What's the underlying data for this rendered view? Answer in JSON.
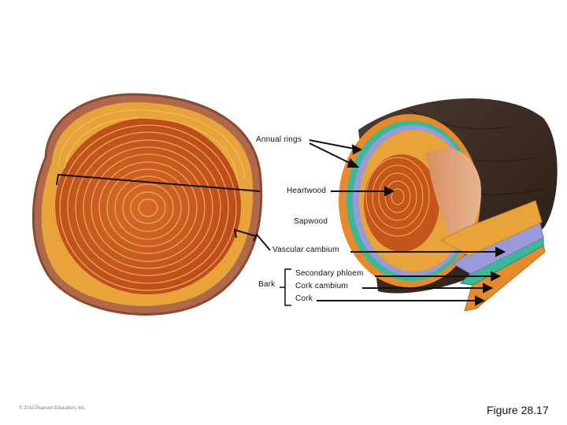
{
  "labels": {
    "annual_rings": "Annual rings",
    "heartwood": "Heartwood",
    "sapwood": "Sapwood",
    "vascular_cambium": "Vascular cambium",
    "bark": "Bark",
    "secondary_phloem": "Secondary phloem",
    "cork_cambium": "Cork cambium",
    "cork": "Cork"
  },
  "copyright": "© 2010 Pearson Education, Inc.",
  "figure": "Figure 28.17",
  "colors": {
    "bark_outer": "#b0684a",
    "sapwood": "#e8a43a",
    "heartwood": "#c4551c",
    "ring_line": "#f2b24c",
    "log_bark": "#3a2a22",
    "cork_layer": "#e68a2a",
    "cork_cambium_layer": "#3ab89a",
    "phloem_layer": "#9a9ad8"
  }
}
